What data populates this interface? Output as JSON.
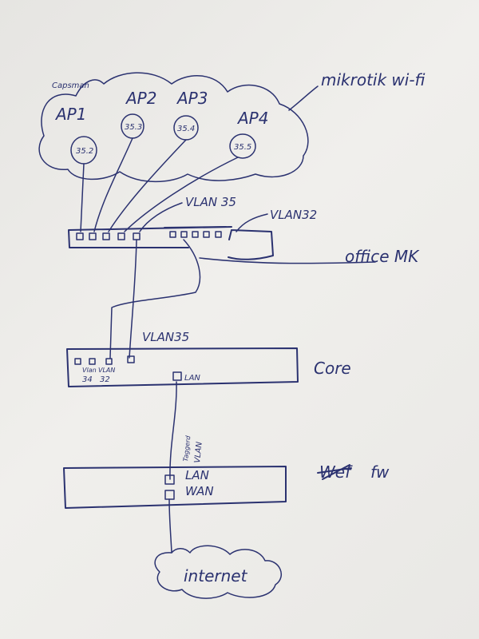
{
  "cloud_group": {
    "caption": "Capsman",
    "title": "mikrotik wi-fi",
    "aps": [
      {
        "name": "AP1",
        "ip": "35.2"
      },
      {
        "name": "AP2",
        "ip": "35.3"
      },
      {
        "name": "AP3",
        "ip": "35.4"
      },
      {
        "name": "AP4",
        "ip": "35.5"
      }
    ]
  },
  "office_switch": {
    "label": "office MK",
    "vlan_upper_label": "VLAN 35",
    "vlan_right_label": "VLAN32"
  },
  "core_switch": {
    "label": "Core",
    "uplink_vlan_label": "VLAN35",
    "port_labels": {
      "vlan": "Vlan",
      "vlan2": "VLAN",
      "num34": "34",
      "num32": "32"
    },
    "lan_port": "LAN"
  },
  "trunk_label": {
    "line1": "Taggerd",
    "line2": "VLAN"
  },
  "firewall": {
    "label_struck": "Wef",
    "label": "fw",
    "lan_port": "LAN",
    "wan_port": "WAN"
  },
  "internet": {
    "label": "internet"
  }
}
